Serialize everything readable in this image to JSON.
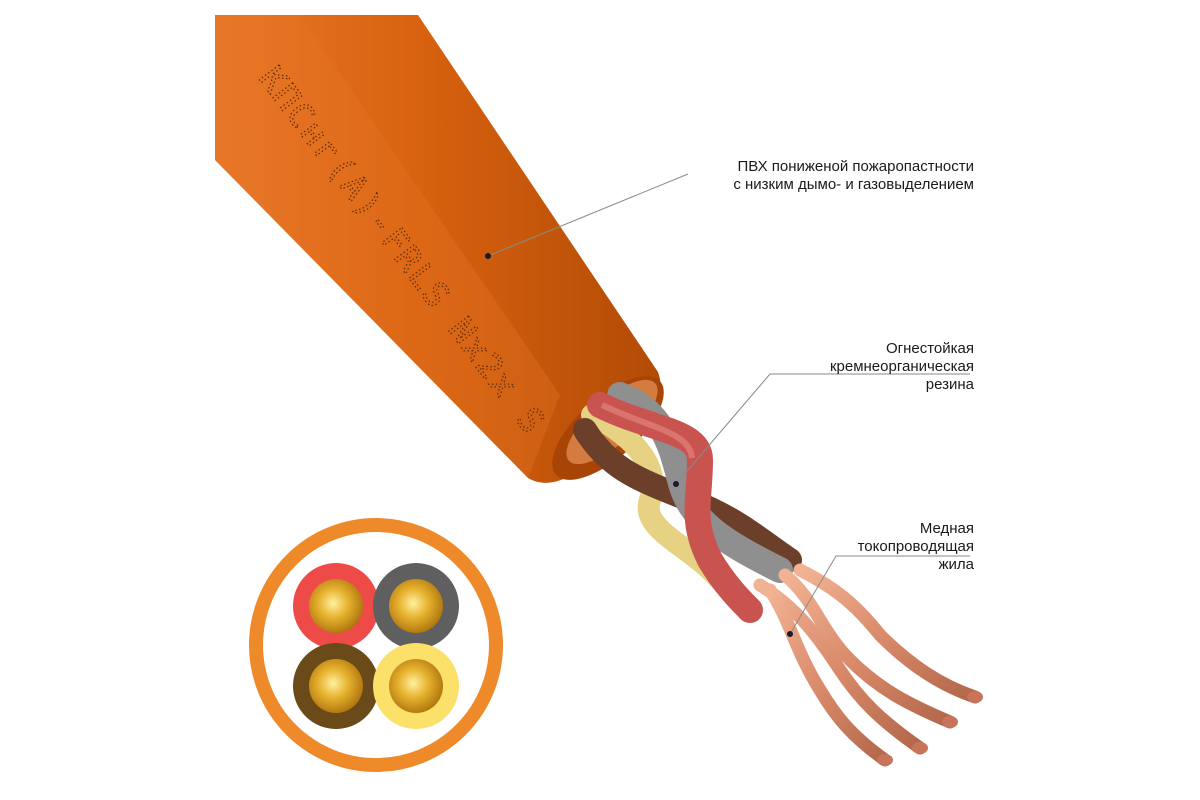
{
  "cable": {
    "marking_text": "КПСнг(А)-FRLS Nx2x S",
    "colors": {
      "sheath": "#d8620f",
      "sheath_dark": "#b84d07",
      "sheath_light": "#e8802f",
      "core_red": "#c9544f",
      "core_gray": "#8f8f8f",
      "core_brown": "#6b3f29",
      "core_yellow": "#e6d282",
      "copper": "#d98a6a",
      "cross_section_ring": "#ee8a2a",
      "cross_red": "#ee4a48",
      "cross_gray": "#5f5f5f",
      "cross_brown": "#6a4a18",
      "cross_yellow": "#fbe06a",
      "gold": "#e1a92a"
    }
  },
  "callouts": {
    "sheath": {
      "line1": "ПВХ пониженой пожаропастности",
      "line2": "с низким дымо- и газовыделением"
    },
    "insulation": {
      "line1": "Огнестойкая",
      "line2": "кремнеорганическая",
      "line3": "резина"
    },
    "conductor": {
      "line1": "Медная",
      "line2": "токопроводящая",
      "line3": "жила"
    }
  }
}
